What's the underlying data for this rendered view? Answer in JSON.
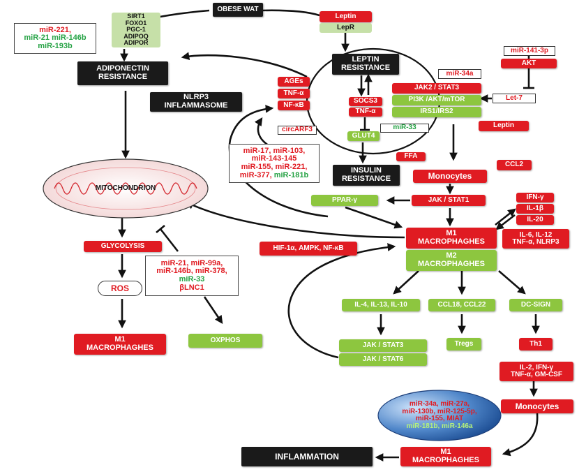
{
  "nodes": {
    "obese_wat": "OBESE WAT",
    "leptin_top": "Leptin",
    "lepr": "LepR",
    "sirt_list": [
      "SIRT1",
      "FOXO1",
      "PGC-1",
      "ADIPOQ",
      "ADIPOR"
    ],
    "adiponectin_resistance": [
      "ADIPONECTIN",
      "RESISTANCE"
    ],
    "mir_box_topleft": [
      {
        "text": "miR-221,",
        "color": "red"
      },
      {
        "text": "miR-21 miR-146b",
        "color": "green"
      },
      {
        "text": "miR-193b",
        "color": "green"
      }
    ],
    "leptin_resistance": [
      "LEPTIN",
      "RESISTANCE"
    ],
    "mir_141_3p": "miR-141-3p",
    "akt": "AKT",
    "mir_34a_top": "miR-34a",
    "ages": "AGEs",
    "tnf_a": "TNF-α",
    "nf_kb": "NF-κB",
    "nlrp3": [
      "NLRP3",
      "INFLAMMASOME"
    ],
    "socs3": "SOCS3",
    "tnf_a_2": "TNF-α",
    "jak2_stat3": "JAK2 / STAT3",
    "pi3k": "PI3K /AKT/mTOR",
    "irs": "IRS1/IRS2",
    "let7": "Let-7",
    "leptin_right": "Leptin",
    "circarf3": "circARF3",
    "glut4": "GLUT4",
    "mir_33_top": "miR-33",
    "ffa": "FFA",
    "insulin_resistance": [
      "INSULIN",
      "RESISTANCE"
    ],
    "mir_box_middle": [
      {
        "text": "miR-17, miR-103,",
        "color": "red"
      },
      {
        "text": "miR-143-145",
        "color": "red"
      },
      {
        "text": "miR-155, miR-221,",
        "color": "red"
      },
      {
        "text": "miR-377, ",
        "color": "red",
        "extra": "miR-181b",
        "extra_color": "green"
      }
    ],
    "monocytes_mid": "Monocytes",
    "ccl2": "CCL2",
    "mitochondrion": "MITOCHONDRION",
    "ppar": "PPAR-γ",
    "jak_stat1": "JAK / STAT1",
    "ifn_g": "IFN-γ",
    "il_1b": "IL-1β",
    "il_20": "IL-20",
    "m1_macro": [
      "M1",
      "MACROPHAGHES"
    ],
    "il6_box": [
      "IL-6, IL-12",
      "TNF-α, NLRP3"
    ],
    "m2_macro": [
      "M2",
      "MACROPHAGHES"
    ],
    "glycolysis": "GLYCOLYSIS",
    "hif": "HIF-1α, AMPK, NF-κB",
    "mir_box_lower": [
      {
        "text": "miR-21, miR-99a,",
        "color": "red"
      },
      {
        "text": "miR-146b, miR-378,",
        "color": "red"
      },
      {
        "text": "miR-33",
        "color": "green"
      },
      {
        "text": "βLNC1",
        "color": "red"
      }
    ],
    "ros": "ROS",
    "il4": "IL-4, IL-13, IL-10",
    "ccl18": "CCL18, CCL22",
    "dcsign": "DC-SIGN",
    "m1_macro_left": [
      "M1",
      "MACROPHAGHES"
    ],
    "oxphos": "OXPHOS",
    "jak_stat3": "JAK / STAT3",
    "jak_stat6": "JAK / STAT6",
    "tregs": "Tregs",
    "th1": "Th1",
    "il2_box": [
      "IL-2, IFN-γ",
      "TNF-α, GM-CSF"
    ],
    "monocytes_bottom": "Monocytes",
    "mir_ellipse": [
      {
        "text": "miR-34a, miR-27a,",
        "color": "red"
      },
      {
        "text": "miR-130b, miR-125-5p,",
        "color": "red"
      },
      {
        "text": "miR-155, MIAT",
        "color": "red"
      },
      {
        "text": "miR-181b, miR-146a",
        "color": "green"
      }
    ],
    "inflammation": "INFLAMMATION",
    "m1_macro_bottom": [
      "M1",
      "MACROPHAGHES"
    ]
  },
  "colors": {
    "red": "#e01b22",
    "green": "#8dc63f",
    "light_green": "#c6e0a8",
    "black": "#1a1a1a",
    "mir_green": "#25a244"
  }
}
